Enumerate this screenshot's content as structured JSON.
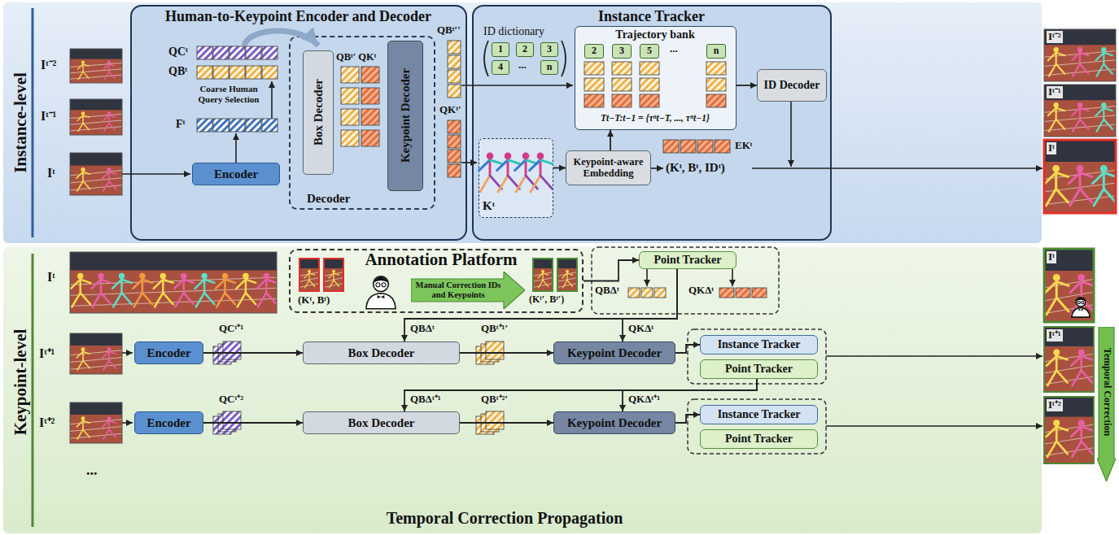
{
  "diagram": {
    "nodes": [
      {
        "text": [
          "Instance-level"
        ]
      },
      {
        "text": [
          "Human-to-Keypoint Encoder and Decoder"
        ],
        "in": 0
      },
      {
        "text": [
          "Encoder"
        ],
        "in": 1
      },
      {
        "text": [
          "Decoder"
        ],
        "in": 1
      },
      {
        "text": [
          "Box Decoder"
        ],
        "in": 3
      },
      {
        "text": [
          "Keypoint Decoder"
        ],
        "in": 3
      },
      {
        "text": [
          "Instance Tracker"
        ],
        "in": 0
      },
      {
        "text": [
          "1"
        ],
        "in": 6
      },
      {
        "text": [
          "2"
        ],
        "in": 6
      },
      {
        "text": [
          "3"
        ],
        "in": 6
      },
      {
        "text": [
          "4"
        ],
        "in": 6
      },
      {
        "text": [
          "n"
        ],
        "in": 6
      },
      {
        "text": [
          "Trajectory bank",
          "Tt−T:t−1 = {τⁿt−T, ..., τⁿt−1}"
        ],
        "in": 6
      },
      {
        "text": [
          "2"
        ],
        "in": 12
      },
      {
        "text": [
          "3"
        ],
        "in": 12
      },
      {
        "text": [
          "5"
        ],
        "in": 12
      },
      {
        "text": [
          "n"
        ],
        "in": 12
      },
      {
        "text": [
          "ID Decoder"
        ],
        "in": 6
      },
      {
        "text": [
          "Kᵗ"
        ],
        "in": 6
      },
      {
        "text": [
          "Keypoint-aware Embedding"
        ],
        "in": 6
      },
      {
        "text": [
          "Keypoint-level",
          "Temporal Correction Propagation"
        ]
      },
      {
        "text": [
          "Annotation Platform"
        ],
        "in": 20
      },
      {
        "text": [
          "Manual Correction IDs and Keypoints"
        ],
        "in": 21
      },
      {
        "text": [
          "Point Tracker"
        ],
        "in": 20
      },
      {
        "text": [
          "Encoder"
        ],
        "in": 20
      },
      {
        "text": [
          "Box Decoder"
        ],
        "in": 20
      },
      {
        "text": [
          "Keypoint Decoder"
        ],
        "in": 20
      },
      {
        "text": [
          "Instance Tracker"
        ],
        "in": 20
      },
      {
        "text": [
          "Point Tracker"
        ],
        "in": 20
      },
      {
        "text": [
          "Encoder"
        ],
        "in": 20
      },
      {
        "text": [
          "Box Decoder"
        ],
        "in": 20
      },
      {
        "text": [
          "Keypoint Decoder"
        ],
        "in": 20
      },
      {
        "text": [
          "Instance Tracker"
        ],
        "in": 20
      },
      {
        "text": [
          "Point Tracker"
        ],
        "in": 20
      },
      {
        "text": [
          "Temporal Correction"
        ]
      }
    ],
    "edges": [
      {
        "from": 18,
        "to": 19,
        "arrow": "to"
      },
      {
        "from": 19,
        "to": 12,
        "arrow": "to"
      },
      {
        "from": 12,
        "to": 17,
        "arrow": "to"
      },
      {
        "from": 21,
        "to": 23,
        "arrow": "to"
      },
      {
        "from": 23,
        "to": 25,
        "arrow": "to",
        "label": "QBΔᵗ"
      },
      {
        "from": 23,
        "to": 26,
        "arrow": "to",
        "label": "QKΔᵗ"
      },
      {
        "from": 24,
        "to": 25,
        "arrow": "to",
        "label": "QCᵗ⁺¹"
      },
      {
        "from": 25,
        "to": 26,
        "arrow": "to",
        "label": "QBᵗ⁺¹′"
      },
      {
        "from": 26,
        "to": 27,
        "arrow": "to"
      },
      {
        "from": 28,
        "to": 30,
        "arrow": "to",
        "label": "QBΔᵗ⁺¹"
      },
      {
        "from": 28,
        "to": 31,
        "arrow": "to",
        "label": "QKΔᵗ⁺¹"
      },
      {
        "from": 29,
        "to": 30,
        "arrow": "to",
        "label": "QCᵗ⁺²"
      },
      {
        "from": 30,
        "to": 31,
        "arrow": "to",
        "label": "QBᵗ⁺²′"
      },
      {
        "from": 31,
        "to": 32,
        "arrow": "to"
      }
    ],
    "labels": [
      "Iᵗ⁻²",
      "Iᵗ⁻¹",
      "Iᵗ",
      "QCᵗ",
      "QBᵗ",
      "Coarse Human Query Selection",
      "Fᵗ",
      "QBᵗ′ QKᵗ",
      "QBᵗ′′",
      "QKᵗ′",
      "ID dictionary",
      "...",
      "...",
      "EKᵗ",
      "(Kᵗ, Bᵗ, IDᵗ)",
      "Iᵗ⁻²",
      "Iᵗ⁻¹",
      "Iᵗ",
      "Iᵗ",
      "Iᵗ⁺¹",
      "Iᵗ⁺²",
      "...",
      "(Kᵗ, Bᵗ)",
      "(Kᵗ′, Bᵗ′)",
      "QBΔᵗ",
      "QKΔᵗ",
      "Iᵗ",
      "Iᵗ⁺¹",
      "Iᵗ⁺²"
    ]
  }
}
